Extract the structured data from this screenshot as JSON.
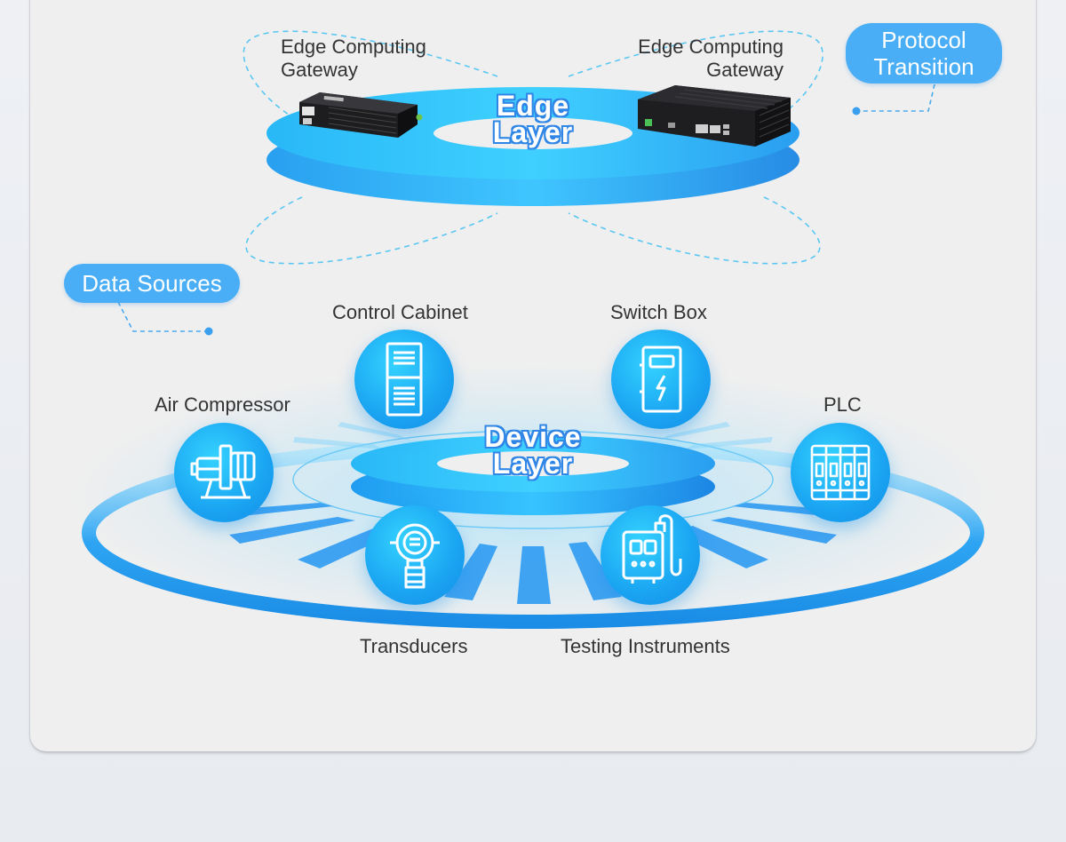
{
  "colors": {
    "accent": "#49aef5",
    "ring": "#2e9cf0",
    "icon": "#1aa4f2"
  },
  "edge_layer": {
    "title_line1": "Edge",
    "title_line2": "Layer",
    "gateway_left": {
      "line1": "Edge Computing",
      "line2": "Gateway"
    },
    "gateway_right": {
      "line1": "Edge Computing",
      "line2": "Gateway"
    }
  },
  "protocol_pill": {
    "line1": "Protocol",
    "line2": "Transition"
  },
  "data_sources_pill": {
    "label": "Data Sources"
  },
  "device_layer": {
    "title_line1": "Device",
    "title_line2": "Layer",
    "devices": {
      "control_cabinet": {
        "label": "Control Cabinet",
        "icon": "cabinet-icon"
      },
      "switch_box": {
        "label": "Switch Box",
        "icon": "switch-box-icon"
      },
      "air_compressor": {
        "label": "Air Compressor",
        "icon": "compressor-icon"
      },
      "plc": {
        "label": "PLC",
        "icon": "plc-icon"
      },
      "transducers": {
        "label": "Transducers",
        "icon": "transducer-icon"
      },
      "testing_instruments": {
        "label": "Testing Instruments",
        "icon": "instrument-icon"
      }
    }
  }
}
